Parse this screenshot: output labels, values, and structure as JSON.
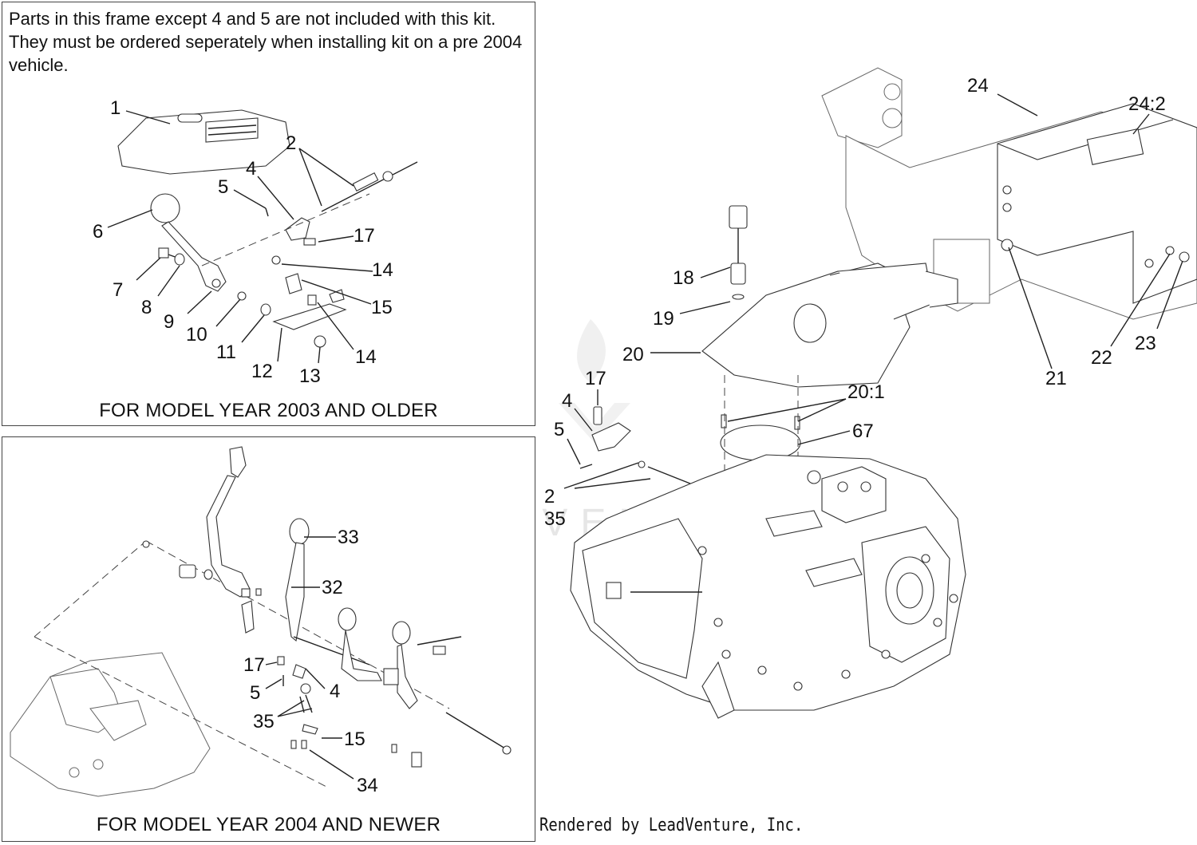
{
  "top_frame": {
    "note": "Parts in this frame except 4 and 5 are not included with this kit. They must be ordered seperately when installing kit on a pre 2004 vehicle.",
    "caption": "FOR MODEL YEAR 2003 AND OLDER",
    "callouts": [
      "1",
      "2",
      "4",
      "5",
      "6",
      "17",
      "7",
      "8",
      "9",
      "14",
      "10",
      "15",
      "11",
      "14",
      "12",
      "13"
    ]
  },
  "bottom_frame": {
    "caption": "FOR MODEL YEAR 2004 AND NEWER",
    "callouts": [
      "33",
      "32",
      "17",
      "5",
      "4",
      "35",
      "15",
      "34"
    ]
  },
  "main": {
    "callouts": [
      "24",
      "24:2",
      "18",
      "19",
      "20",
      "17",
      "4",
      "5",
      "20:1",
      "67",
      "2",
      "35",
      "21",
      "22",
      "23"
    ]
  },
  "watermark": "LEADVENTURE",
  "credit": "Rendered by LeadVenture, Inc."
}
